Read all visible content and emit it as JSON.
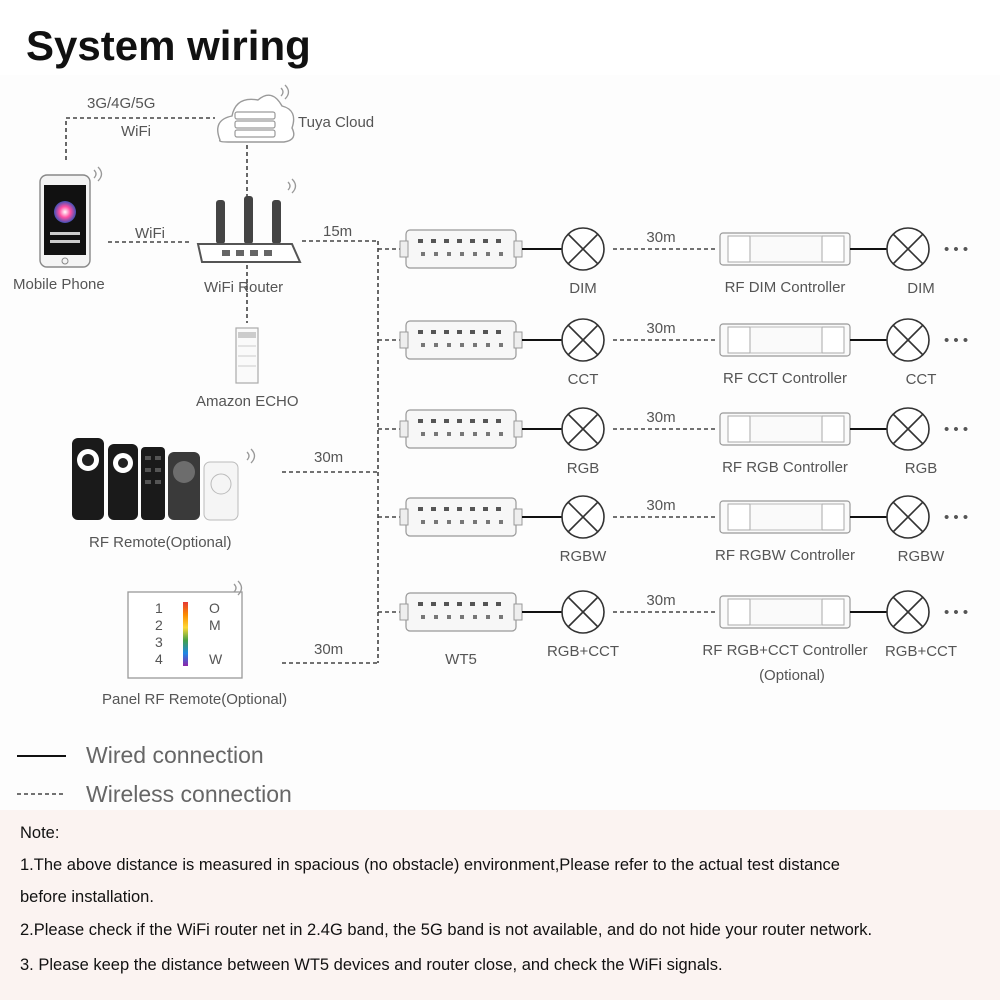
{
  "title": "System wiring",
  "top": {
    "network_label_1": "3G/4G/5G",
    "network_label_2": "WiFi",
    "cloud_label": "Tuya Cloud",
    "phone_label": "Mobile Phone",
    "phone_link_label": "WiFi",
    "router_label": "WiFi Router",
    "router_distance": "15m",
    "echo_label": "Amazon ECHO"
  },
  "remotes": {
    "rf_remote_label": "RF Remote(Optional)",
    "rf_remote_distance": "30m",
    "panel_label": "Panel RF Remote(Optional)",
    "panel_distance": "30m",
    "panel_keys": [
      "1",
      "2",
      "3",
      "4"
    ],
    "panel_symbols": [
      "O",
      "M",
      "W"
    ]
  },
  "rows": [
    {
      "lamp": "DIM",
      "distance": "30m",
      "controller": "RF DIM Controller",
      "end_lamp": "DIM"
    },
    {
      "lamp": "CCT",
      "distance": "30m",
      "controller": "RF CCT Controller",
      "end_lamp": "CCT"
    },
    {
      "lamp": "RGB",
      "distance": "30m",
      "controller": "RF RGB Controller",
      "end_lamp": "RGB"
    },
    {
      "lamp": "RGBW",
      "distance": "30m",
      "controller": "RF RGBW Controller",
      "end_lamp": "RGBW"
    },
    {
      "lamp": "RGB+CCT",
      "distance": "30m",
      "controller": "RF RGB+CCT Controller",
      "controller_sub": "(Optional)",
      "end_lamp": "RGB+CCT"
    }
  ],
  "wt5_label": "WT5",
  "ellipsis": "• • •",
  "legend": {
    "wired": "Wired connection",
    "wireless": "Wireless connection"
  },
  "notes": {
    "heading": "Note:",
    "line1": "1.The above distance is measured in spacious (no obstacle) environment,Please refer to the actual test distance",
    "line1b": "before installation.",
    "line2": "2.Please check if the WiFi router net in 2.4G band, the 5G band is not available, and do not hide your router network.",
    "line3": "3. Please keep the distance between WT5 devices and router close, and check the WiFi signals."
  }
}
